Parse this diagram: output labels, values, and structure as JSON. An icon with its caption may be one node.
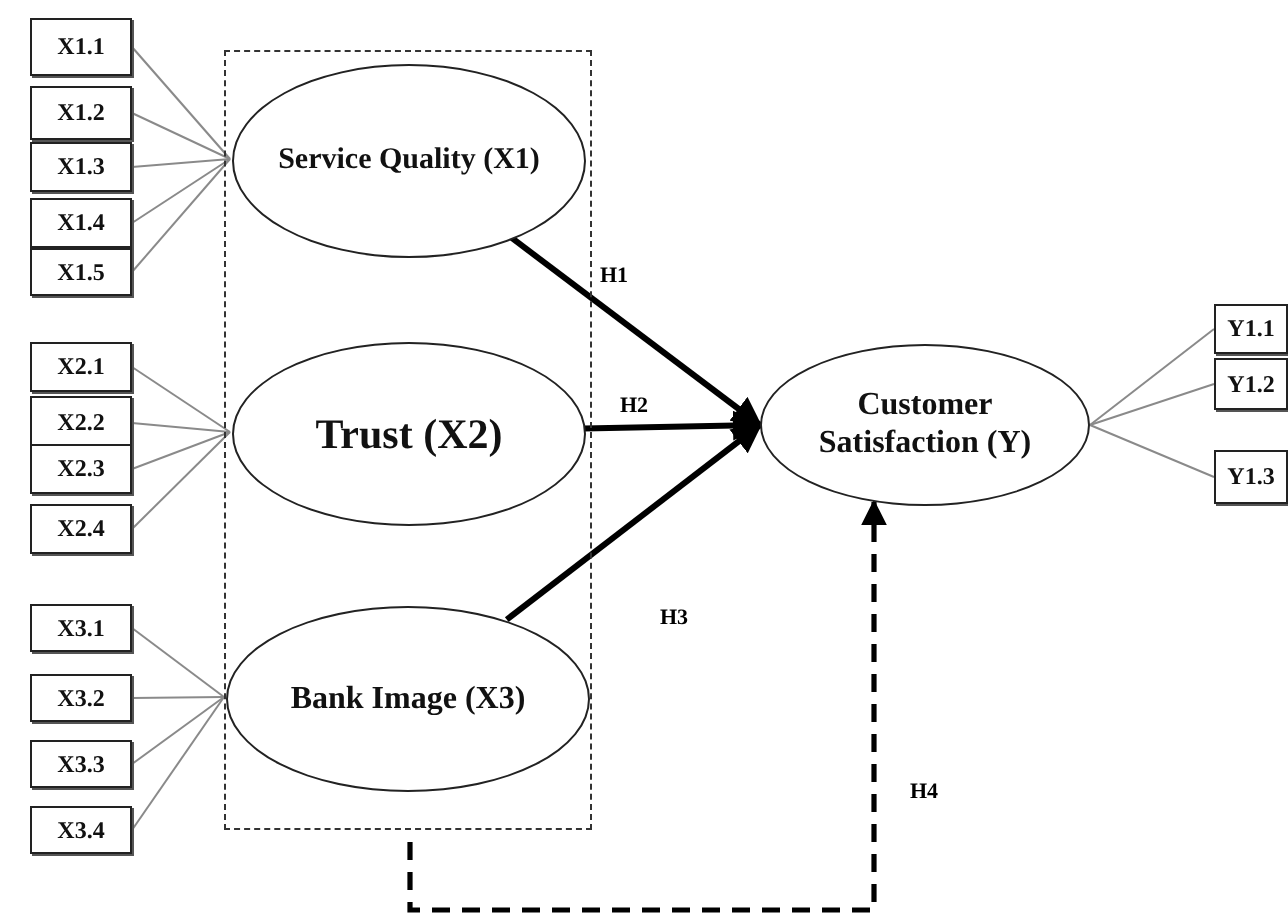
{
  "diagram": {
    "nodes": [
      {
        "text": [],
        "shape": "box"
      },
      {
        "text": [
          "Service Quality  (X1)"
        ],
        "in": 0
      },
      {
        "text": [
          "Trust  (X2)"
        ],
        "in": 0
      },
      {
        "text": [
          "Bank Image (X3)"
        ],
        "in": 0
      },
      {
        "text": [
          "Customer Satisfaction (Y)"
        ]
      },
      {
        "text": [
          "X1.1"
        ]
      },
      {
        "text": [
          "X1.2"
        ]
      },
      {
        "text": [
          "X1.3"
        ]
      },
      {
        "text": [
          "X1.4"
        ]
      },
      {
        "text": [
          "X1.5"
        ]
      },
      {
        "text": [
          "X2.1"
        ]
      },
      {
        "text": [
          "X2.2"
        ]
      },
      {
        "text": [
          "X2.3"
        ]
      },
      {
        "text": [
          "X2.4"
        ]
      },
      {
        "text": [
          "X3.1"
        ]
      },
      {
        "text": [
          "X3.2"
        ]
      },
      {
        "text": [
          "X3.3"
        ]
      },
      {
        "text": [
          "X3.4"
        ]
      },
      {
        "text": [
          "Y1.1"
        ]
      },
      {
        "text": [
          "Y1.2"
        ]
      },
      {
        "text": [
          "Y1.3"
        ]
      }
    ],
    "edges": [
      {
        "from": 5,
        "to": 1,
        "arrow": "none"
      },
      {
        "from": 6,
        "to": 1,
        "arrow": "none"
      },
      {
        "from": 7,
        "to": 1,
        "arrow": "none"
      },
      {
        "from": 8,
        "to": 1,
        "arrow": "none"
      },
      {
        "from": 9,
        "to": 1,
        "arrow": "none"
      },
      {
        "from": 10,
        "to": 2,
        "arrow": "none"
      },
      {
        "from": 11,
        "to": 2,
        "arrow": "none"
      },
      {
        "from": 12,
        "to": 2,
        "arrow": "none"
      },
      {
        "from": 13,
        "to": 2,
        "arrow": "none"
      },
      {
        "from": 14,
        "to": 3,
        "arrow": "none"
      },
      {
        "from": 15,
        "to": 3,
        "arrow": "none"
      },
      {
        "from": 16,
        "to": 3,
        "arrow": "none"
      },
      {
        "from": 17,
        "to": 3,
        "arrow": "none"
      },
      {
        "from": 1,
        "to": 4,
        "arrow": "to",
        "label": "H1",
        "style": "thick",
        "color": "#000000"
      },
      {
        "from": 2,
        "to": 4,
        "arrow": "to",
        "label": "H2",
        "style": "thick",
        "color": "#000000"
      },
      {
        "from": 3,
        "to": 4,
        "arrow": "to",
        "label": "H3",
        "style": "thick",
        "color": "#000000"
      },
      {
        "from": 0,
        "to": 4,
        "arrow": "to",
        "label": "H4",
        "style": "dashed",
        "color": "#000000"
      },
      {
        "from": 18,
        "to": 4,
        "arrow": "none"
      },
      {
        "from": 19,
        "to": 4,
        "arrow": "none"
      },
      {
        "from": 20,
        "to": 4,
        "arrow": "none"
      }
    ]
  }
}
